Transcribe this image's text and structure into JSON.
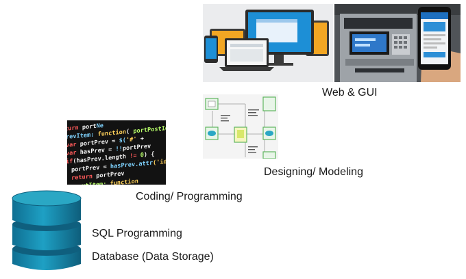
{
  "labels": {
    "web_gui": "Web & GUI",
    "designing": "Designing/ Modeling",
    "coding": "Coding/ Programming",
    "sql": "SQL Programming",
    "database": "Database (Data Storage)"
  },
  "colors": {
    "db_top": "#2aa7c4",
    "db_body": "#1985a8",
    "db_dark": "#0f5f7e",
    "monitor_blue": "#1d8fd6",
    "tablet_orange": "#f2a623",
    "code_bg": "#121212"
  },
  "icons": {
    "web": "devices-illustration",
    "atm": "atm-photo",
    "phone": "smartphone-photo",
    "design": "flow-diagram-thumbnail",
    "code": "code-editor-screenshot",
    "database": "database-cylinder-icon"
  }
}
